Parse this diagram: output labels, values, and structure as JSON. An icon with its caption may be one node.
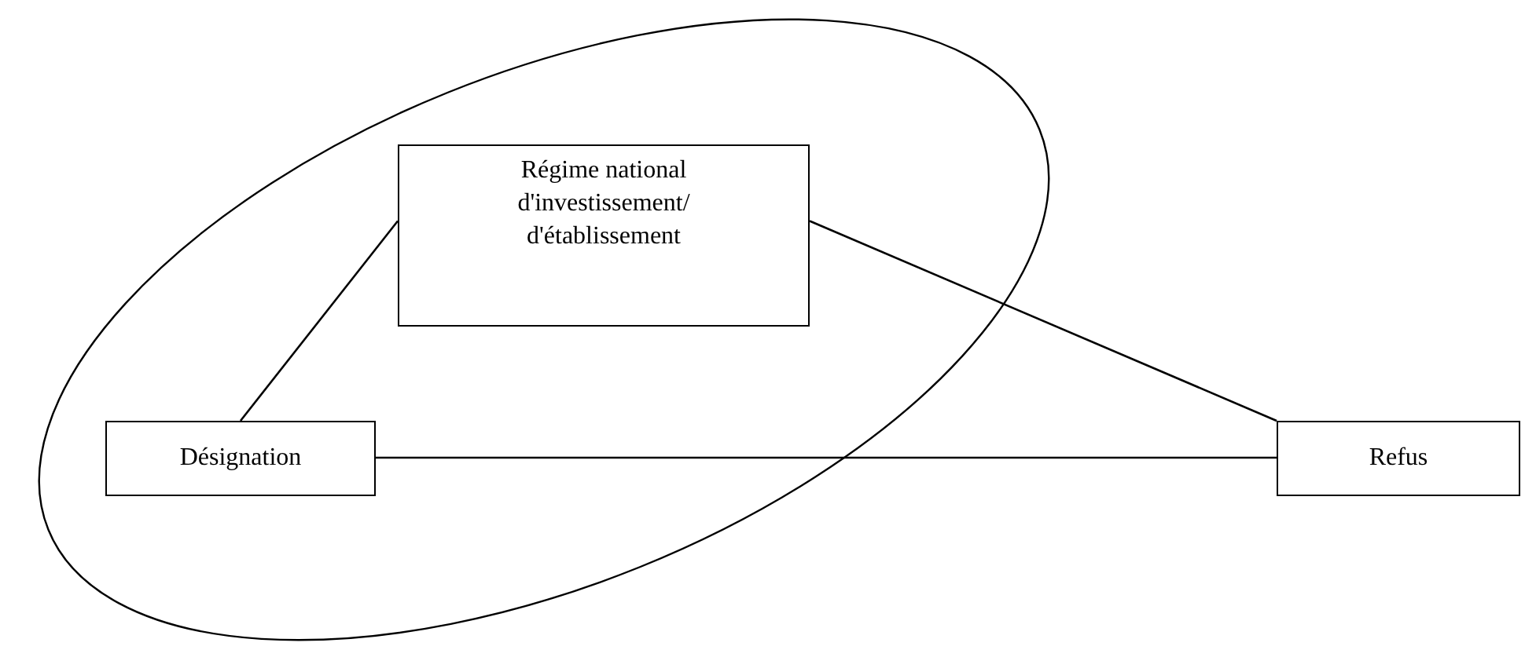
{
  "diagram": {
    "nodes": [
      {
        "text": [],
        "shape": "ellipse"
      },
      {
        "text": [
          "Régime national d'investissement/ d'établissement"
        ],
        "in": 0
      },
      {
        "text": [
          "Désignation"
        ],
        "in": 0
      },
      {
        "text": [
          "Refus"
        ]
      }
    ],
    "edges": [
      {
        "from": 2,
        "to": 1,
        "arrow": "none"
      },
      {
        "from": 1,
        "to": 3,
        "arrow": "none"
      },
      {
        "from": 2,
        "to": 3,
        "arrow": "none"
      }
    ]
  }
}
